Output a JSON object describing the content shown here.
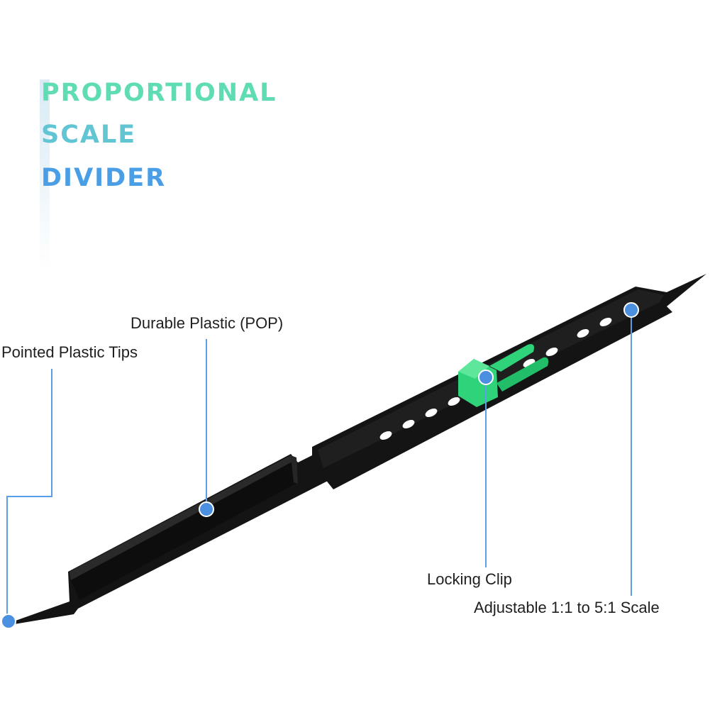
{
  "title": {
    "line1": "PROPORTIONAL",
    "line2": "SCALE",
    "line3": "DIVIDER"
  },
  "callouts": {
    "tips": "Pointed Plastic Tips",
    "plastic": "Durable Plastic (POP)",
    "clip": "Locking Clip",
    "scale": "Adjustable 1:1 to 5:1 Scale"
  },
  "colors": {
    "title_green": "#5fdcb4",
    "title_teal": "#62c5d4",
    "title_blue": "#4a9ee6",
    "callout_line": "#5a9ee8",
    "callout_dot": "#4a8fe0",
    "divider_body": "#141414",
    "clip_green": "#2fd37a"
  }
}
